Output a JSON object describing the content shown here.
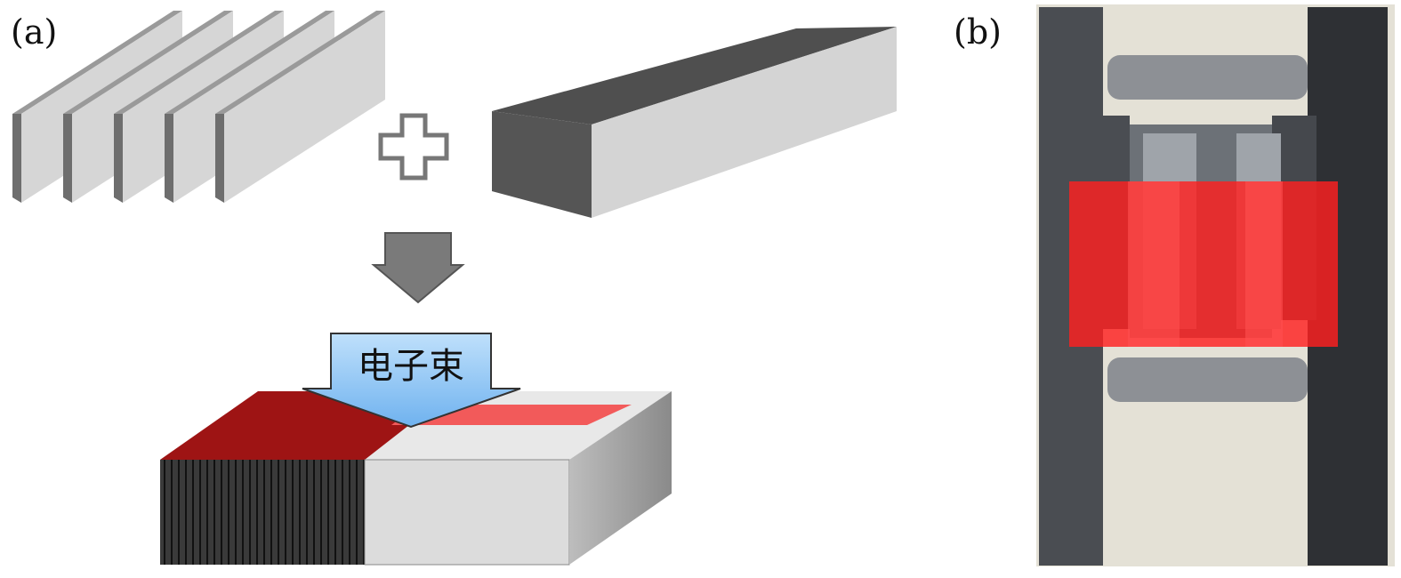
{
  "panels": {
    "a": {
      "label": "(a)",
      "beam_label": "电子束"
    },
    "b": {
      "label": "(b)"
    }
  },
  "colors": {
    "plate_face": "#d6d6d6",
    "plate_edge": "#6e6e6e",
    "bar_dark": "#555555",
    "beam_blue": "#8ec5f5",
    "weld_red": "#f25a5a",
    "dark_red": "#9e1414",
    "overlay_red": "#ff2a2a"
  }
}
